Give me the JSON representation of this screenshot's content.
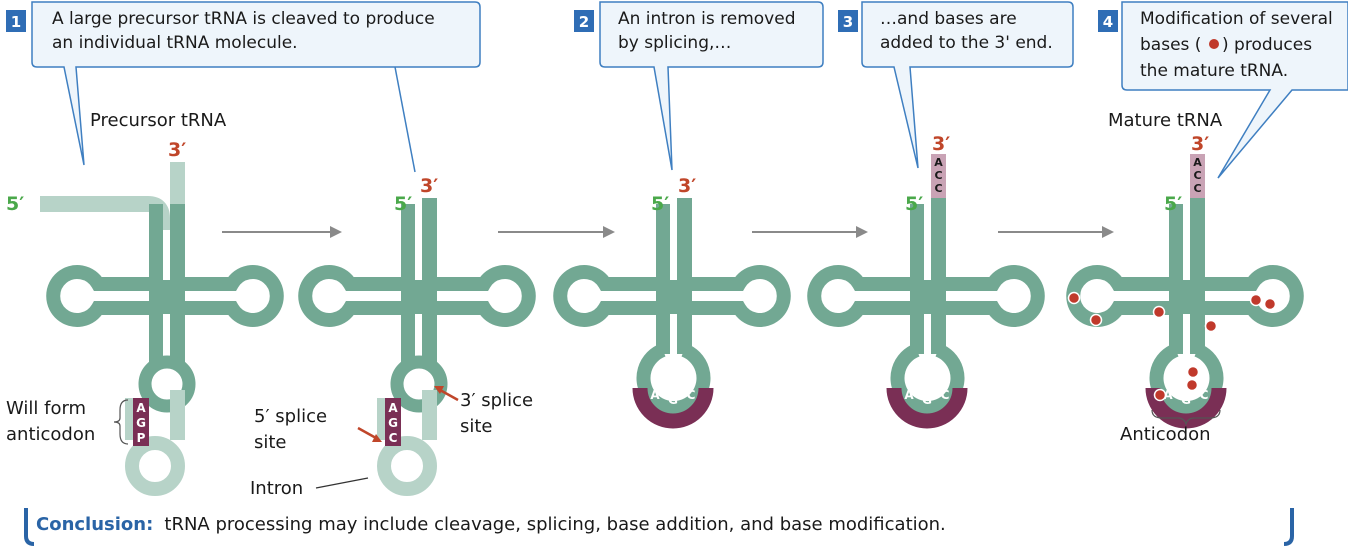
{
  "steps": [
    {
      "number": "1",
      "line1": "A large precursor tRNA is cleaved to produce",
      "line2": "an individual tRNA molecule."
    },
    {
      "number": "2",
      "line1": "An intron is removed",
      "line2": "by splicing,…"
    },
    {
      "number": "3",
      "line1": "…and bases are",
      "line2": "added to the 3' end."
    },
    {
      "number": "4",
      "line1": "Modification of several",
      "line2a": "bases (",
      "line2b": ") produces",
      "line3": "the mature tRNA."
    }
  ],
  "labels": {
    "precursor": "Precursor tRNA",
    "mature": "Mature tRNA",
    "will_form_1": "Will form",
    "will_form_2": "anticodon",
    "splice5_1": "5′ splice",
    "splice5_2": "site",
    "splice3_1": "3′ splice",
    "splice3_2": "site",
    "intron": "Intron",
    "anticodon": "Anticodon",
    "five_prime": "5′",
    "three_prime": "3′"
  },
  "bases": {
    "anticodon_precursor": [
      "A",
      "G",
      "P"
    ],
    "anticodon_spliced": [
      "A",
      "G",
      "C"
    ],
    "added_3prime": [
      "A",
      "C",
      "C"
    ]
  },
  "conclusion": {
    "bold": "Conclusion:",
    "text": "tRNA processing may include cleavage, splicing, base addition, and base modification."
  },
  "colors": {
    "trna": "#72a893",
    "precursor_light": "#b7d3c8",
    "anticodon": "#7a2f55",
    "added_bases": "#c9a3b5",
    "modified_base": "#c0392b",
    "callout_fill": "#eef5fb",
    "callout_border": "#3f7fc1",
    "step_badge": "#2f6db5",
    "arrow": "#8a8a8a"
  }
}
